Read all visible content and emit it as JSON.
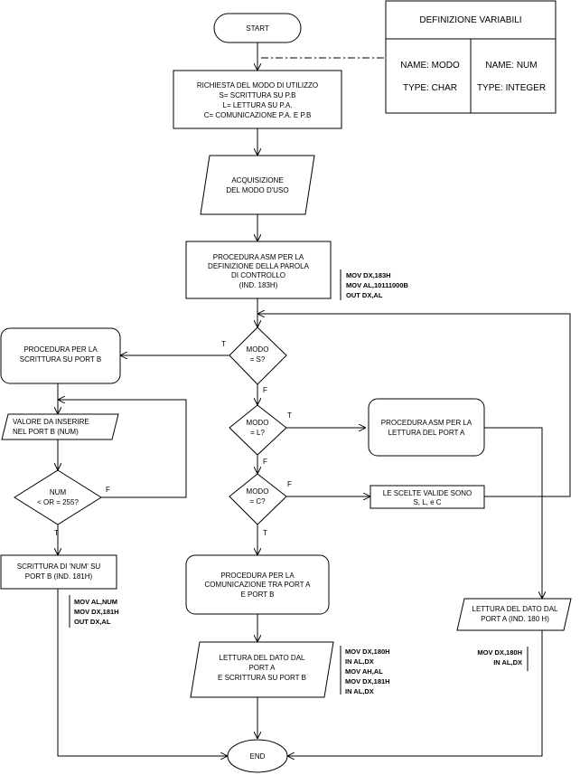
{
  "nodes": {
    "start": "START",
    "request": [
      "RICHIESTA DEL MODO DI UTILIZZO",
      "S= SCRITTURA SU P.B",
      "L= LETTURA SU P.A.",
      "C= COMUNICAZIONE P.A. E P.B"
    ],
    "acquire": [
      "ACQUISIZIONE",
      "DEL MODO D'USO"
    ],
    "asm_def": [
      "PROCEDURA ASM PER LA",
      "DEFINIZIONE DELLA PAROLA",
      "DI CONTROLLO",
      "(IND. 183H)"
    ],
    "dec_s": [
      "MODO",
      "= S?"
    ],
    "dec_l": [
      "MODO",
      "= L?"
    ],
    "dec_c": [
      "MODO",
      "= C?"
    ],
    "proc_write_b": [
      "PROCEDURA PER LA",
      "SCRITTURA SU PORT B"
    ],
    "input_num": [
      "VALORE DA INSERIRE",
      "NEL PORT B (NUM)"
    ],
    "dec_num": [
      "NUM",
      "< OR = 255?"
    ],
    "write_num": [
      "SCRITTURA DI 'NUM' SU",
      "PORT B (IND. 181H)"
    ],
    "proc_read_a": [
      "PROCEDURA ASM PER LA",
      "LETTURA DEL PORT A"
    ],
    "valid_choices": [
      "LE SCELTE VALIDE SONO",
      "S, L, e C"
    ],
    "proc_comm": [
      "PROCEDURA PER LA",
      "COMUNICAZIONE TRA PORT A",
      "E PORT B"
    ],
    "read_write": [
      "LETTURA DEL DATO DAL",
      "PORT A",
      "E SCRITTURA SU PORT B"
    ],
    "read_a": [
      "LETTURA DEL DATO DAL",
      "PORT A (IND. 180 H)"
    ],
    "end": "END"
  },
  "variables": {
    "title": "DEFINIZIONE VARIABILI",
    "var1_name": "NAME: MODO",
    "var1_type": "TYPE: CHAR",
    "var2_name": "NAME: NUM",
    "var2_type": "TYPE: INTEGER"
  },
  "code": {
    "ctrl": [
      "MOV DX,183H",
      "MOV AL,10111000B",
      "OUT DX,AL"
    ],
    "write_num": [
      "MOV AL,NUM",
      "MOV DX,181H",
      "OUT DX,AL"
    ],
    "comm": [
      "MOV DX,180H",
      "IN AL,DX",
      "MOV AH,AL",
      "MOV DX,181H",
      "IN AL,DX"
    ],
    "read_a": [
      "MOV DX,180H",
      "IN AL,DX"
    ]
  },
  "labels": {
    "true": "T",
    "false": "F"
  }
}
